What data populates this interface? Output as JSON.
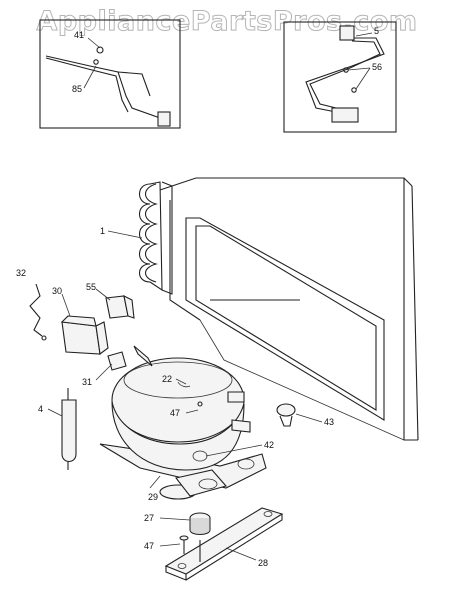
{
  "watermark": "AppliancePartsPros.com",
  "callouts": [
    {
      "id": "41",
      "text": "41"
    },
    {
      "id": "85",
      "text": "85"
    },
    {
      "id": "5",
      "text": "5"
    },
    {
      "id": "56",
      "text": "56"
    },
    {
      "id": "1",
      "text": "1"
    },
    {
      "id": "32",
      "text": "32"
    },
    {
      "id": "30",
      "text": "30"
    },
    {
      "id": "55",
      "text": "55"
    },
    {
      "id": "22",
      "text": "22"
    },
    {
      "id": "4",
      "text": "4"
    },
    {
      "id": "31",
      "text": "31"
    },
    {
      "id": "47a",
      "text": "47"
    },
    {
      "id": "42",
      "text": "42"
    },
    {
      "id": "43",
      "text": "43"
    },
    {
      "id": "29",
      "text": "29"
    },
    {
      "id": "27",
      "text": "27"
    },
    {
      "id": "47b",
      "text": "47"
    },
    {
      "id": "28",
      "text": "28"
    }
  ]
}
